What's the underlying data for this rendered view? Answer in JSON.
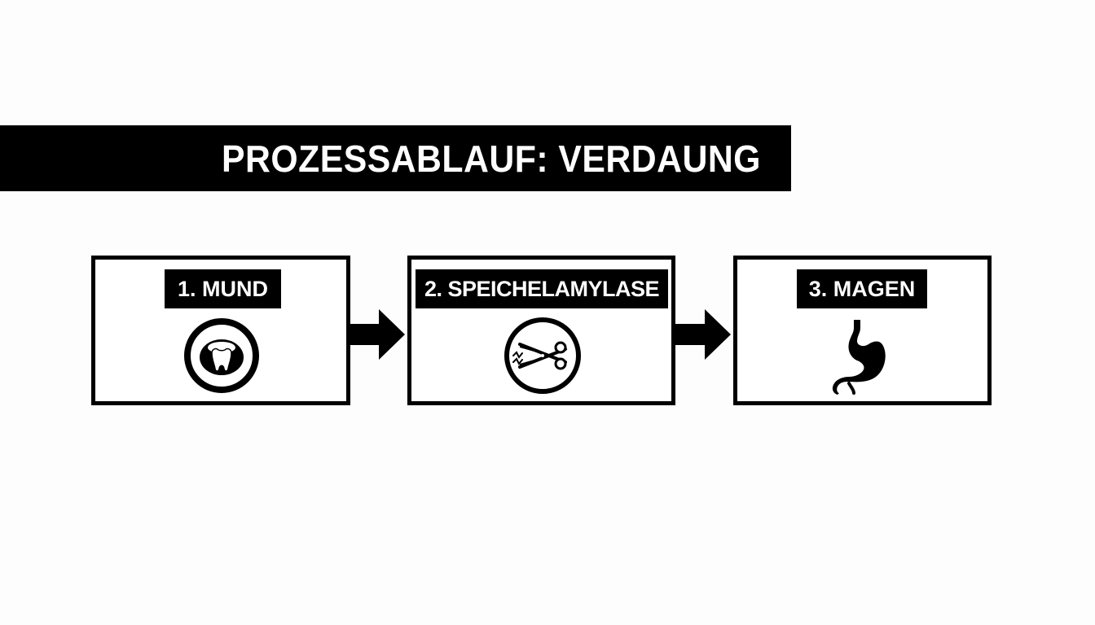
{
  "title": "PROZESSABLAUF: VERDAUNG",
  "steps": [
    {
      "label": "1. MUND",
      "icon": "mouth-tooth-icon"
    },
    {
      "label": "2. SPEICHELAMYLASE",
      "icon": "scissors-icon"
    },
    {
      "label": "3. MAGEN",
      "icon": "stomach-icon"
    }
  ],
  "colors": {
    "background": "#fdfdfd",
    "ink": "#000000",
    "text_on_ink": "#ffffff"
  }
}
